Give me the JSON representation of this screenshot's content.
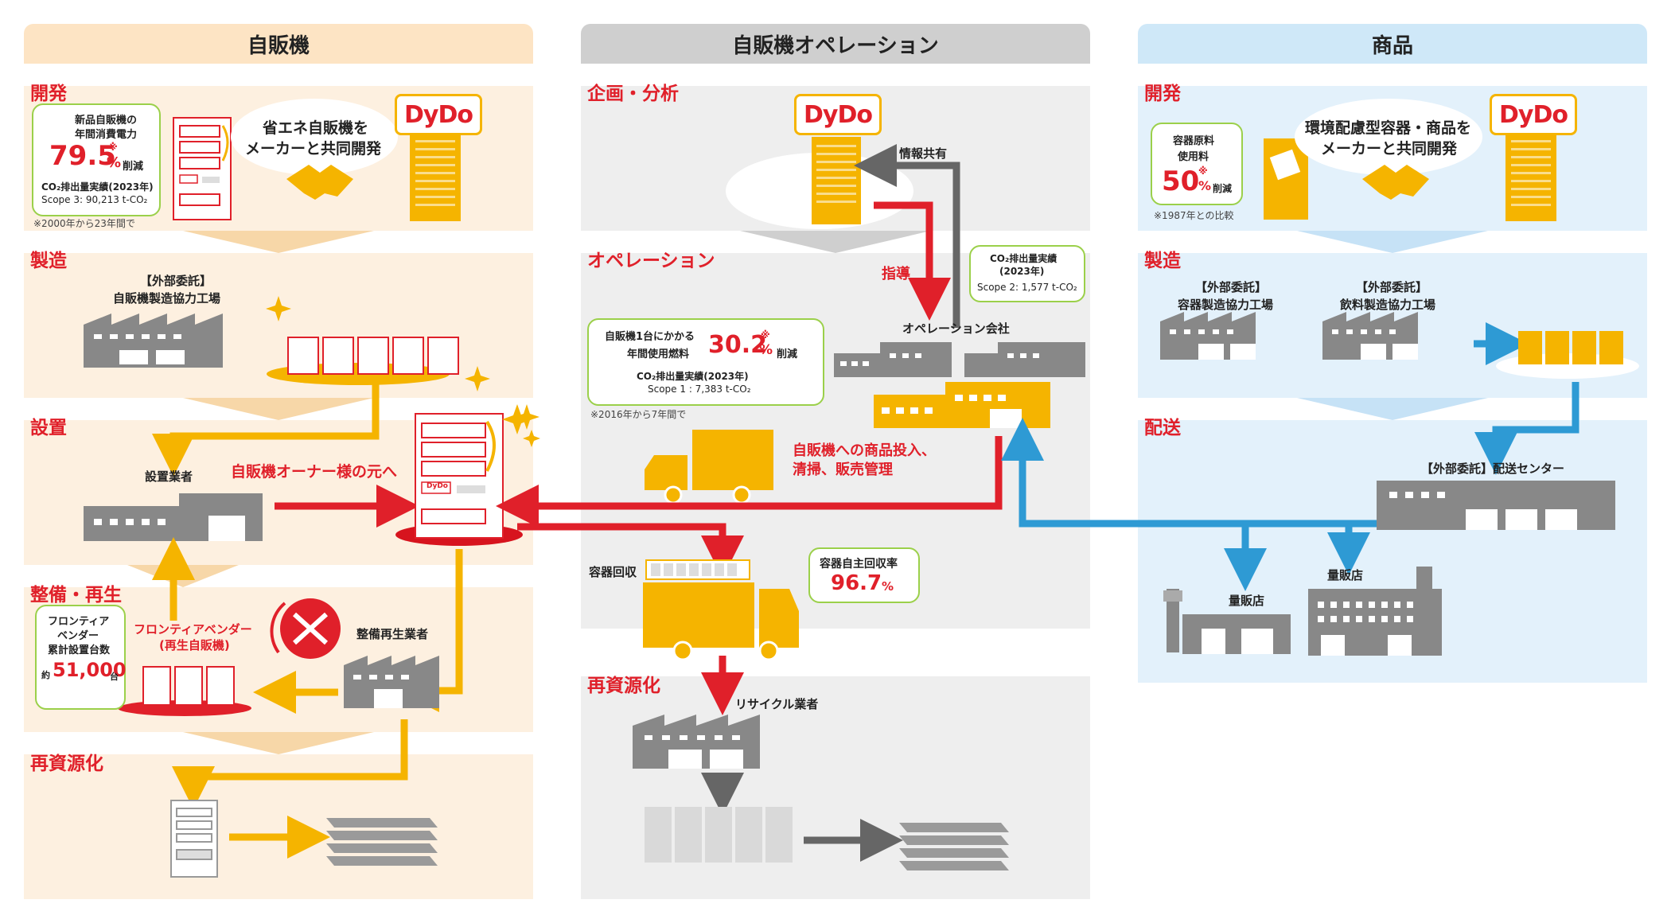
{
  "columns": {
    "vending": "自販機",
    "operation": "自販機オペレーション",
    "products": "商品"
  },
  "vending": {
    "stage_dev": "開発",
    "stage_mfg": "製造",
    "stage_install": "設置",
    "stage_refurb": "整備・再生",
    "stage_recycle": "再資源化",
    "callout_line1": "新品自販機の",
    "callout_line2": "年間消費電力",
    "callout_value": "79.5",
    "callout_mark": "※",
    "callout_unit": "%",
    "callout_reduce": "削減",
    "callout_co2": "CO₂排出量実績(2023年)",
    "callout_scope": "Scope 3: 90,213  t-CO₂",
    "note_2000": "※2000年から23年間で",
    "codev_line1": "省エネ自販機を",
    "codev_line2": "メーカーと共同開発",
    "logo": "DyDo",
    "factory_label1": "【外部委託】",
    "factory_label2": "自販機製造協力工場",
    "installer": "設置業者",
    "to_owner": "自販機オーナー様の元へ",
    "frontier_line1": "フロンティア",
    "frontier_line2": "ベンダー",
    "frontier_line3": "累計設置台数",
    "frontier_approx": "約",
    "frontier_value": "51,000",
    "frontier_unit": "台",
    "frontier_vendor1": "フロンティアベンダー",
    "frontier_vendor2": "(再生自販機)",
    "refurb_company": "整備再生業者",
    "vm_logo": "DyDo"
  },
  "operation": {
    "stage_plan": "企画・分析",
    "stage_op": "オペレーション",
    "stage_recycle": "再資源化",
    "info_share": "情報共有",
    "guidance": "指導",
    "op_company": "オペレーション会社",
    "op_co2_line1": "CO₂排出量実績",
    "op_co2_line2": "(2023年)",
    "op_co2_scope": "Scope 2: 1,577 t-CO₂",
    "fuel_line1": "自販機1台にかかる",
    "fuel_line2": "年間使用燃料",
    "fuel_value": "30.2",
    "fuel_mark": "※",
    "fuel_unit": "%",
    "fuel_reduce": "削減",
    "fuel_co2": "CO₂排出量実績(2023年)",
    "fuel_scope": "Scope 1 : 7,383 t-CO₂",
    "note_2016": "※2016年から7年間で",
    "service_line1": "自販機への商品投入、",
    "service_line2": "清掃、販売管理",
    "container_collect": "容器回収",
    "collect_rate_label": "容器自主回収率",
    "collect_rate_value": "96.7",
    "collect_rate_unit": "%",
    "recycler": "リサイクル業者"
  },
  "products": {
    "stage_dev": "開発",
    "stage_mfg": "製造",
    "stage_delivery": "配送",
    "callout_line1": "容器原料",
    "callout_line2": "使用料",
    "callout_value": "50",
    "callout_mark": "※",
    "callout_unit": "%",
    "callout_reduce": "削減",
    "note_1987": "※1987年との比較",
    "codev_line1": "環境配慮型容器・商品を",
    "codev_line2": "メーカーと共同開発",
    "logo": "DyDo",
    "factory1_line1": "【外部委託】",
    "factory1_line2": "容器製造協力工場",
    "factory2_line1": "【外部委託】",
    "factory2_line2": "飲料製造協力工場",
    "dist_center": "【外部委託】配送センター",
    "store1": "量販店",
    "store2": "量販店"
  },
  "colors": {
    "orange": "#f5b400",
    "red": "#e0202a",
    "blue": "#2e9ad4",
    "gray": "#888888",
    "green": "#9bd04a",
    "band_peach": "#fdf0e0",
    "band_gray": "#eeeeee",
    "band_blue": "#e3f1fb"
  }
}
